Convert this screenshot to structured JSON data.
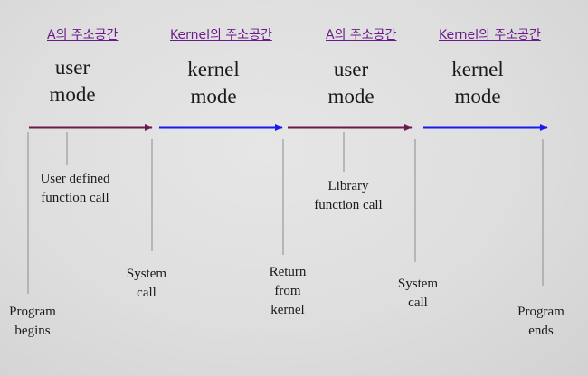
{
  "headers": [
    "A의 주소공간",
    "Kernel의 주소공간",
    "A의 주소공간",
    "Kernel의 주소공간"
  ],
  "modes": [
    {
      "line1": "user",
      "line2": "mode"
    },
    {
      "line1": "kernel",
      "line2": "mode"
    },
    {
      "line1": "user",
      "line2": "mode"
    },
    {
      "line1": "kernel",
      "line2": "mode"
    }
  ],
  "labels": {
    "program_begins": {
      "line1": "Program",
      "line2": "begins"
    },
    "user_defined": {
      "line1": "User defined",
      "line2": "function call"
    },
    "system_call_1": {
      "line1": "System",
      "line2": "call"
    },
    "return_from_kernel": {
      "line1": "Return",
      "line2": "from",
      "line3": "kernel"
    },
    "library_call": {
      "line1": "Library",
      "line2": "function call"
    },
    "system_call_2": {
      "line1": "System",
      "line2": "call"
    },
    "program_ends": {
      "line1": "Program",
      "line2": "ends"
    }
  },
  "colors": {
    "user_arrow": "#6a1a50",
    "kernel_arrow": "#1a1aee",
    "header": "#6a1a8a"
  }
}
